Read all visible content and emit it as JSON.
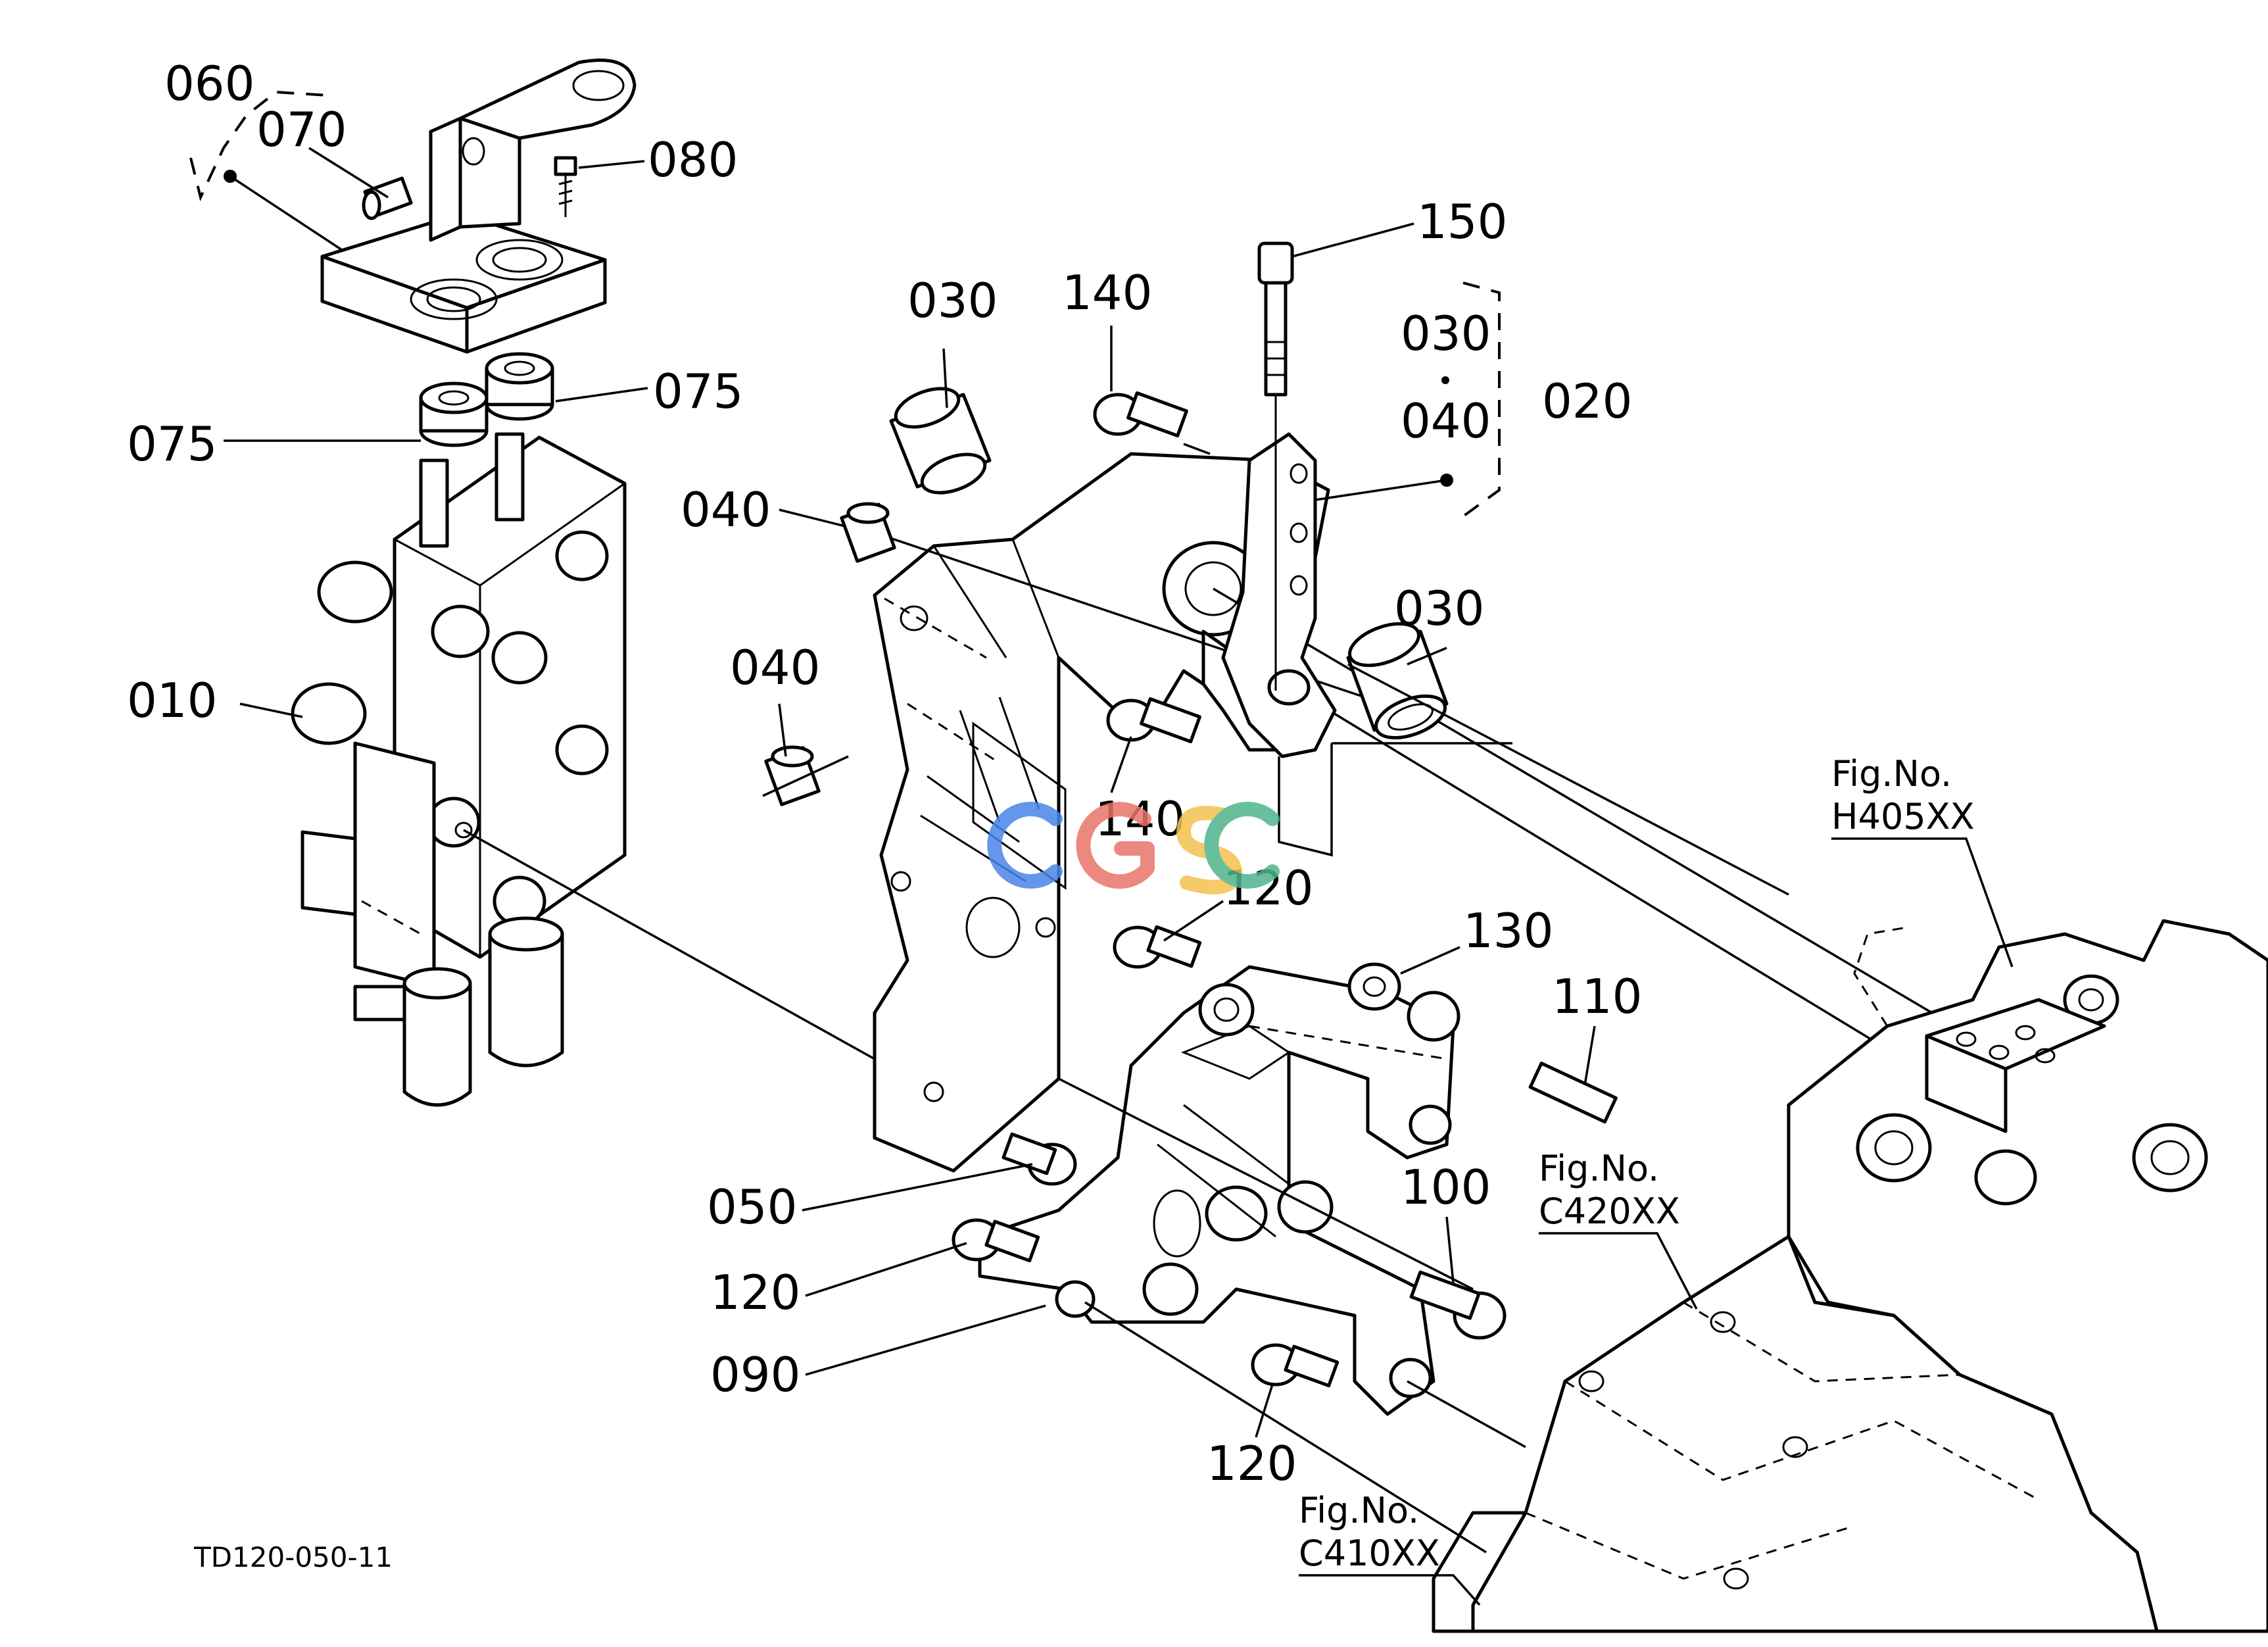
{
  "parts": {
    "p060": "060",
    "p070": "070",
    "p080": "080",
    "p075a": "075",
    "p075b": "075",
    "p010": "010",
    "p030a": "030",
    "p030b": "030",
    "p030c": "030",
    "p040a": "040",
    "p040b": "040",
    "p040c": "040",
    "p140a": "140",
    "p140b": "140",
    "p150": "150",
    "p020": "020",
    "p120a": "120",
    "p120b": "120",
    "p120c": "120",
    "p130": "130",
    "p110": "110",
    "p100": "100",
    "p050": "050",
    "p090": "090"
  },
  "figure_refs": {
    "h405": {
      "caption": "Fig.No.",
      "code": "H405XX"
    },
    "c420": {
      "caption": "Fig.No.",
      "code": "C420XX"
    },
    "c410": {
      "caption": "Fig.No.",
      "code": "C410XX"
    }
  },
  "drawing_code": "TD120-050-11",
  "watermark": {
    "text": "CGSC",
    "colors": [
      "#4a86e8",
      "#e8756a",
      "#f3c24e",
      "#4fb58c"
    ]
  }
}
